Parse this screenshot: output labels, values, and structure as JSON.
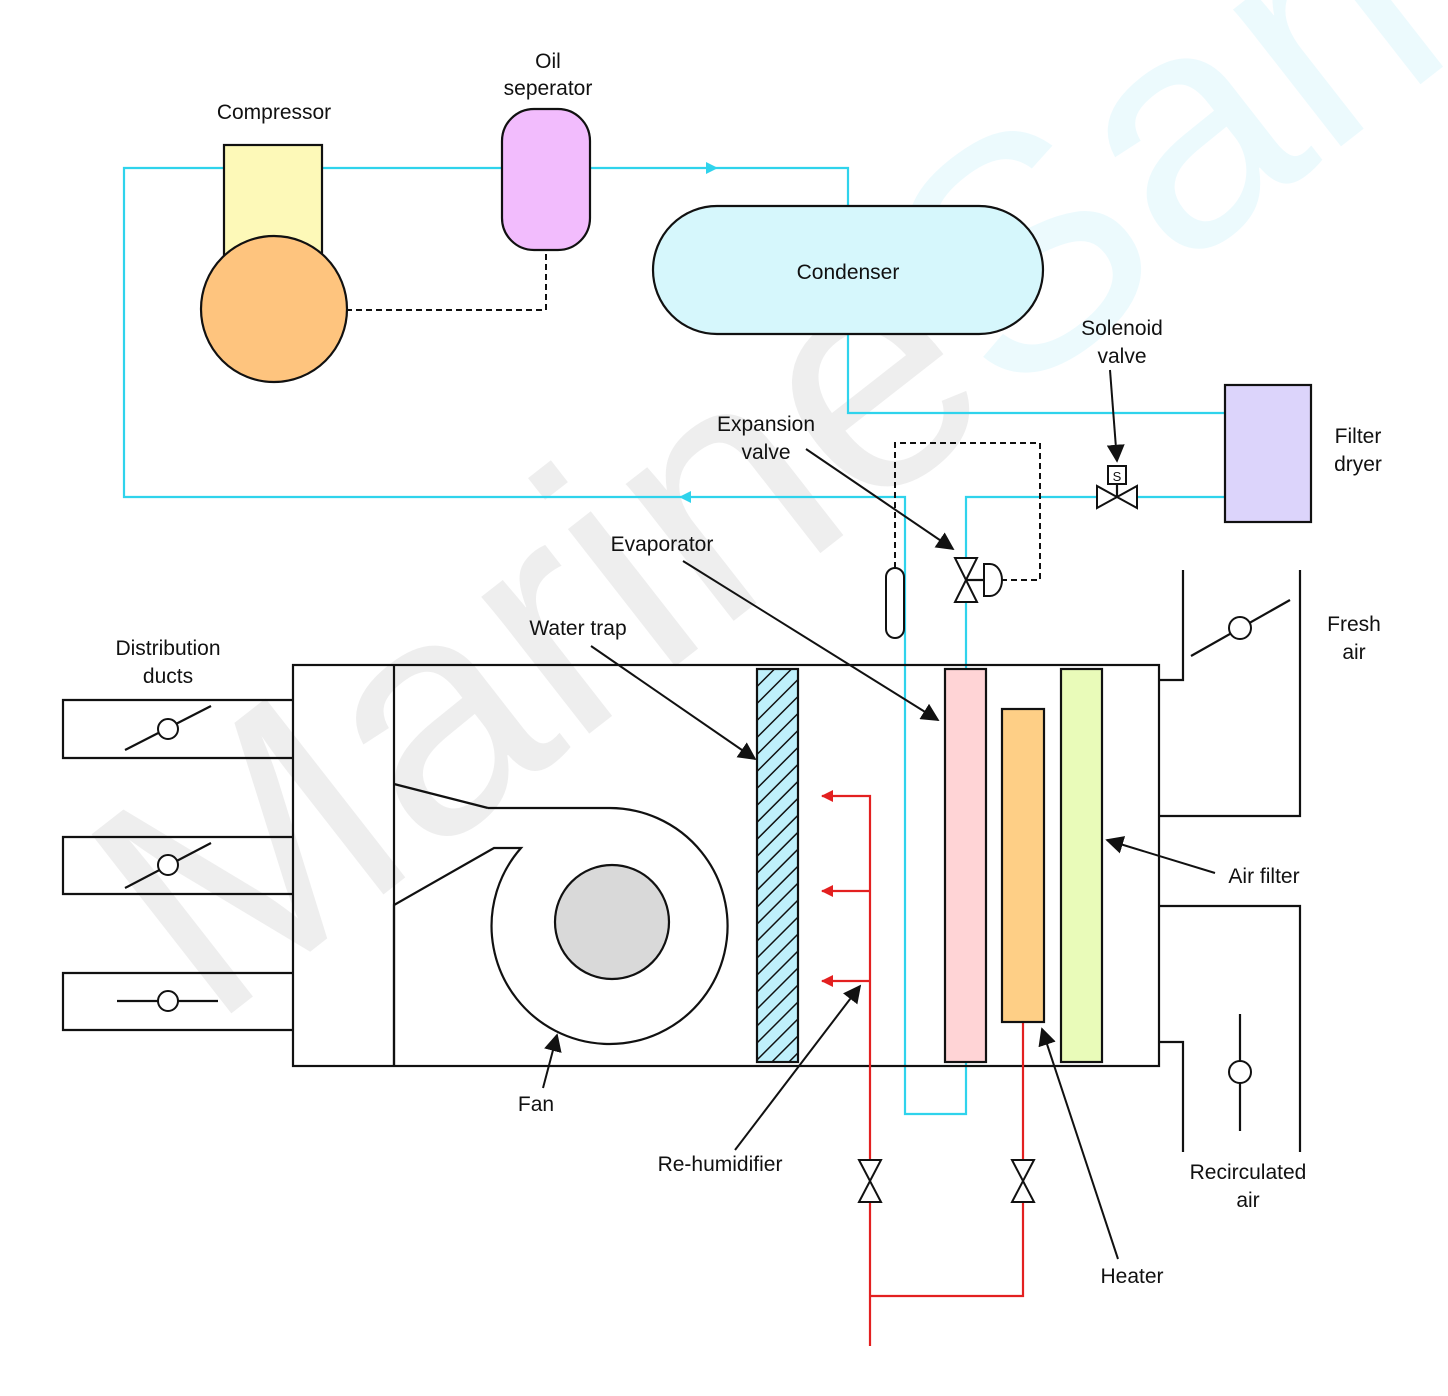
{
  "labels": {
    "compressor": "Compressor",
    "oil_separator_1": "Oil",
    "oil_separator_2": "seperator",
    "condenser": "Condenser",
    "solenoid_1": "Solenoid",
    "solenoid_2": "valve",
    "solenoid_symbol": "S",
    "expansion_1": "Expansion",
    "expansion_2": "valve",
    "filter_dryer_1": "Filter",
    "filter_dryer_2": "dryer",
    "evaporator": "Evaporator",
    "water_trap": "Water trap",
    "distribution_1": "Distribution",
    "distribution_2": "ducts",
    "fresh_air_1": "Fresh",
    "fresh_air_2": "air",
    "air_filter": "Air filter",
    "fan": "Fan",
    "rehumidifier": "Re-humidifier",
    "recirculated_1": "Recirculated",
    "recirculated_2": "air",
    "heater": "Heater"
  },
  "watermark": {
    "part1": "Marine",
    "part2": "Samraj"
  },
  "colors": {
    "refrigerant_line": "#2fd3ec",
    "steam_line": "#e32020",
    "compressor_top": "#fdf9b8",
    "compressor_body": "#fec47e",
    "oil_separator": "#f2bcfd",
    "condenser": "#d6f7fc",
    "filter_dryer": "#dcd4fb",
    "evaporator": "#ffd4d6",
    "heater": "#fecf86",
    "air_filter": "#e9fbb9",
    "water_trap": "#bff0fb",
    "fan_hub": "#d9d9d9"
  }
}
